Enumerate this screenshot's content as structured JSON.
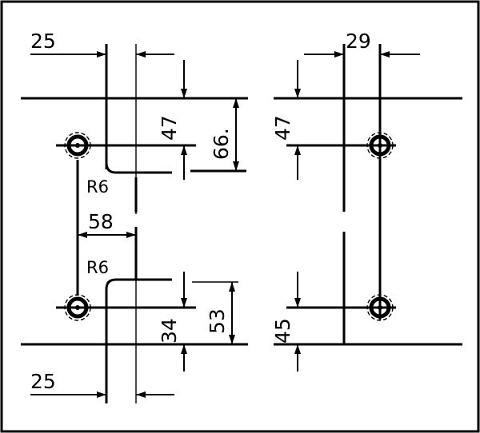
{
  "dimensions": {
    "top_left_width": "25",
    "bottom_left_width": "25",
    "top_right_width": "29",
    "left_spacing": "58",
    "radius_upper": "R6",
    "radius_lower": "R6",
    "top_left_height": "47",
    "top_left_total_height": "66.",
    "top_right_height": "47",
    "bottom_left_height": "34",
    "bottom_left_total_height": "53",
    "bottom_right_height": "45"
  },
  "colors": {
    "ink": "#000000",
    "paper": "#ffffff"
  }
}
